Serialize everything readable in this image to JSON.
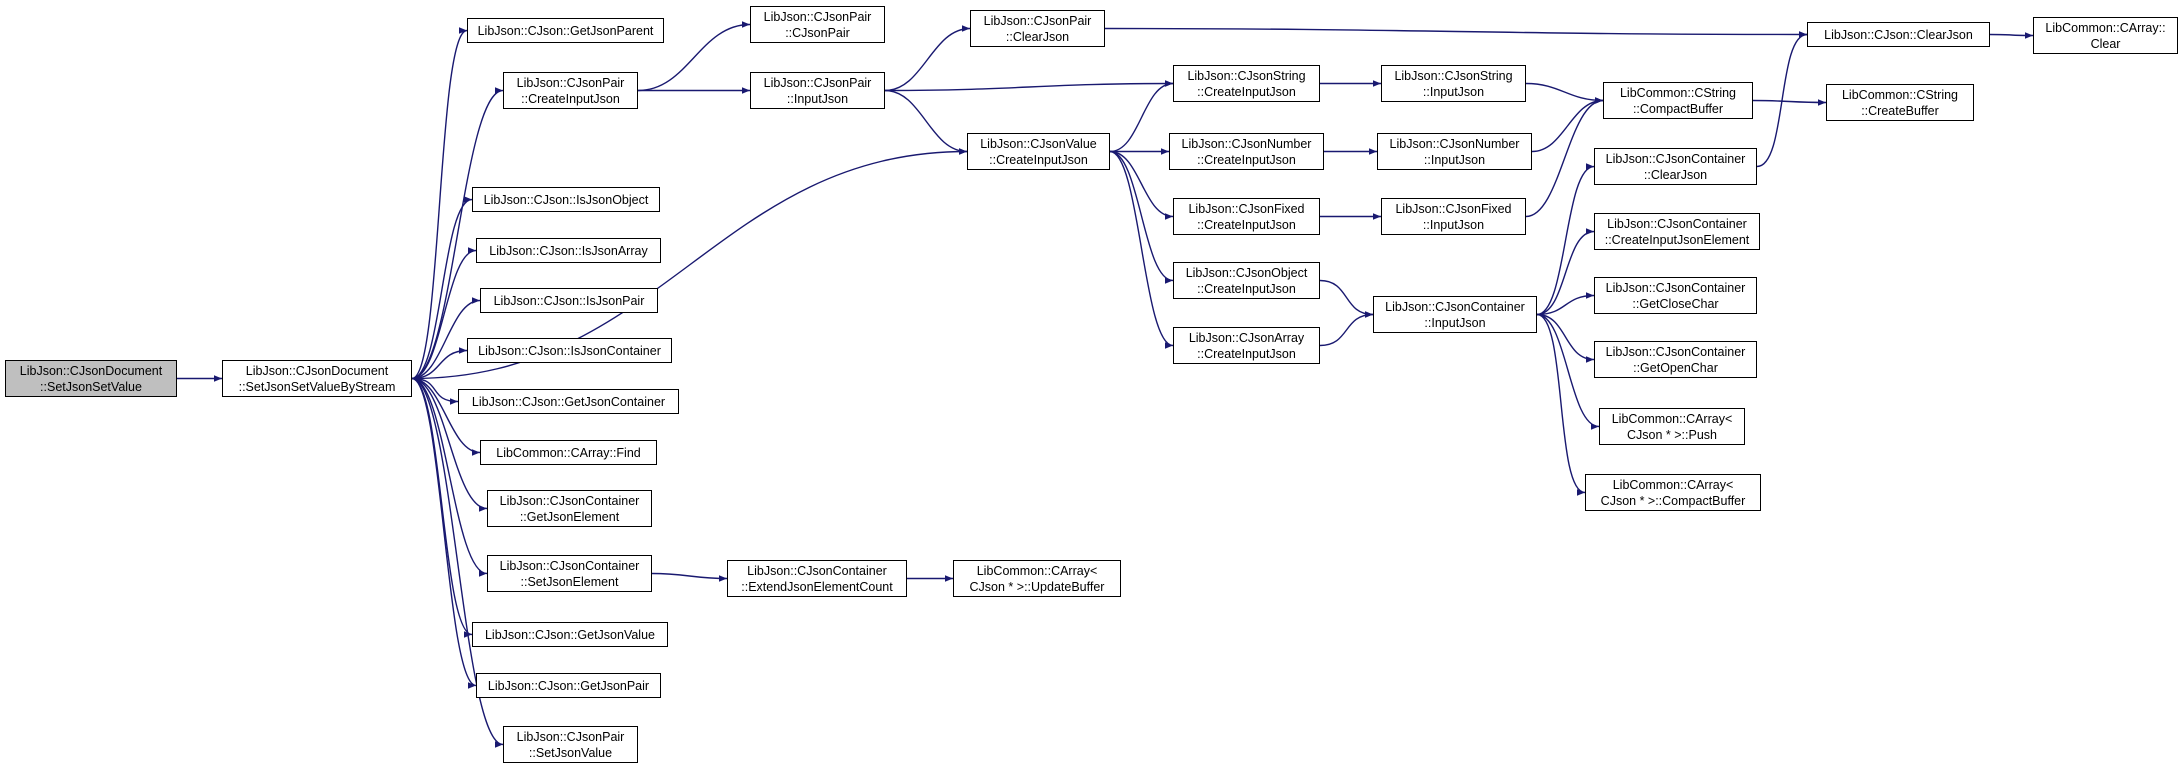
{
  "diagram": {
    "type": "call-graph",
    "edge_color": "#191970",
    "root_fill": "#bfbfbf",
    "nodes": [
      {
        "id": "n0",
        "lines": [
          "LibJson::CJsonDocument",
          "::SetJsonSetValue"
        ],
        "root": true
      },
      {
        "id": "n1",
        "lines": [
          "LibJson::CJsonDocument",
          "::SetJsonSetValueByStream"
        ]
      },
      {
        "id": "n2",
        "lines": [
          "LibJson::CJson::GetJsonParent"
        ]
      },
      {
        "id": "n3",
        "lines": [
          "LibJson::CJsonPair",
          "::CreateInputJson"
        ]
      },
      {
        "id": "n4",
        "lines": [
          "LibJson::CJsonPair",
          "::CJsonPair"
        ]
      },
      {
        "id": "n5",
        "lines": [
          "LibJson::CJsonPair",
          "::InputJson"
        ]
      },
      {
        "id": "n6",
        "lines": [
          "LibJson::CJsonPair",
          "::ClearJson"
        ]
      },
      {
        "id": "n7",
        "lines": [
          "LibJson::CJson::ClearJson"
        ]
      },
      {
        "id": "n8",
        "lines": [
          "LibCommon::CArray::",
          "Clear"
        ]
      },
      {
        "id": "n9",
        "lines": [
          "LibJson::CJsonValue",
          "::CreateInputJson"
        ]
      },
      {
        "id": "n10",
        "lines": [
          "LibJson::CJsonString",
          "::CreateInputJson"
        ]
      },
      {
        "id": "n11",
        "lines": [
          "LibJson::CJsonString",
          "::InputJson"
        ]
      },
      {
        "id": "n12",
        "lines": [
          "LibCommon::CString",
          "::CompactBuffer"
        ]
      },
      {
        "id": "n13",
        "lines": [
          "LibCommon::CString",
          "::CreateBuffer"
        ]
      },
      {
        "id": "n14",
        "lines": [
          "LibJson::CJsonNumber",
          "::CreateInputJson"
        ]
      },
      {
        "id": "n15",
        "lines": [
          "LibJson::CJsonNumber",
          "::InputJson"
        ]
      },
      {
        "id": "n16",
        "lines": [
          "LibJson::CJsonContainer",
          "::ClearJson"
        ]
      },
      {
        "id": "n17",
        "lines": [
          "LibJson::CJsonFixed",
          "::CreateInputJson"
        ]
      },
      {
        "id": "n18",
        "lines": [
          "LibJson::CJsonFixed",
          "::InputJson"
        ]
      },
      {
        "id": "n19",
        "lines": [
          "LibJson::CJsonContainer",
          "::CreateInputJsonElement"
        ]
      },
      {
        "id": "n20",
        "lines": [
          "LibJson::CJsonObject",
          "::CreateInputJson"
        ]
      },
      {
        "id": "n21",
        "lines": [
          "LibJson::CJsonContainer",
          "::InputJson"
        ]
      },
      {
        "id": "n22",
        "lines": [
          "LibJson::CJsonContainer",
          "::GetCloseChar"
        ]
      },
      {
        "id": "n23",
        "lines": [
          "LibJson::CJsonArray",
          "::CreateInputJson"
        ]
      },
      {
        "id": "n24",
        "lines": [
          "LibJson::CJsonContainer",
          "::GetOpenChar"
        ]
      },
      {
        "id": "n25",
        "lines": [
          "LibCommon::CArray<",
          "CJson * >::Push"
        ]
      },
      {
        "id": "n26",
        "lines": [
          "LibCommon::CArray<",
          "CJson * >::CompactBuffer"
        ]
      },
      {
        "id": "n27",
        "lines": [
          "LibJson::CJson::IsJsonObject"
        ]
      },
      {
        "id": "n28",
        "lines": [
          "LibJson::CJson::IsJsonArray"
        ]
      },
      {
        "id": "n29",
        "lines": [
          "LibJson::CJson::IsJsonPair"
        ]
      },
      {
        "id": "n30",
        "lines": [
          "LibJson::CJson::IsJsonContainer"
        ]
      },
      {
        "id": "n31",
        "lines": [
          "LibJson::CJson::GetJsonContainer"
        ]
      },
      {
        "id": "n32",
        "lines": [
          "LibCommon::CArray::Find"
        ]
      },
      {
        "id": "n33",
        "lines": [
          "LibJson::CJsonContainer",
          "::GetJsonElement"
        ]
      },
      {
        "id": "n34",
        "lines": [
          "LibJson::CJsonContainer",
          "::SetJsonElement"
        ]
      },
      {
        "id": "n35",
        "lines": [
          "LibJson::CJsonContainer",
          "::ExtendJsonElementCount"
        ]
      },
      {
        "id": "n36",
        "lines": [
          "LibCommon::CArray<",
          "CJson * >::UpdateBuffer"
        ]
      },
      {
        "id": "n37",
        "lines": [
          "LibJson::CJson::GetJsonValue"
        ]
      },
      {
        "id": "n38",
        "lines": [
          "LibJson::CJson::GetJsonPair"
        ]
      },
      {
        "id": "n39",
        "lines": [
          "LibJson::CJsonPair",
          "::SetJsonValue"
        ]
      }
    ],
    "edges": [
      [
        "n0",
        "n1"
      ],
      [
        "n1",
        "n2"
      ],
      [
        "n1",
        "n3"
      ],
      [
        "n1",
        "n9"
      ],
      [
        "n1",
        "n27"
      ],
      [
        "n1",
        "n28"
      ],
      [
        "n1",
        "n29"
      ],
      [
        "n1",
        "n30"
      ],
      [
        "n1",
        "n31"
      ],
      [
        "n1",
        "n32"
      ],
      [
        "n1",
        "n33"
      ],
      [
        "n1",
        "n34"
      ],
      [
        "n1",
        "n37"
      ],
      [
        "n1",
        "n38"
      ],
      [
        "n1",
        "n39"
      ],
      [
        "n3",
        "n4"
      ],
      [
        "n3",
        "n5"
      ],
      [
        "n5",
        "n6"
      ],
      [
        "n5",
        "n9"
      ],
      [
        "n5",
        "n10"
      ],
      [
        "n6",
        "n7"
      ],
      [
        "n7",
        "n8"
      ],
      [
        "n9",
        "n10"
      ],
      [
        "n9",
        "n14"
      ],
      [
        "n9",
        "n17"
      ],
      [
        "n9",
        "n20"
      ],
      [
        "n9",
        "n23"
      ],
      [
        "n10",
        "n11"
      ],
      [
        "n11",
        "n12"
      ],
      [
        "n12",
        "n13"
      ],
      [
        "n14",
        "n15"
      ],
      [
        "n15",
        "n12"
      ],
      [
        "n17",
        "n18"
      ],
      [
        "n18",
        "n12"
      ],
      [
        "n20",
        "n21"
      ],
      [
        "n23",
        "n21"
      ],
      [
        "n21",
        "n16"
      ],
      [
        "n21",
        "n19"
      ],
      [
        "n21",
        "n22"
      ],
      [
        "n21",
        "n24"
      ],
      [
        "n21",
        "n25"
      ],
      [
        "n21",
        "n26"
      ],
      [
        "n16",
        "n7"
      ],
      [
        "n34",
        "n35"
      ],
      [
        "n35",
        "n36"
      ]
    ]
  }
}
